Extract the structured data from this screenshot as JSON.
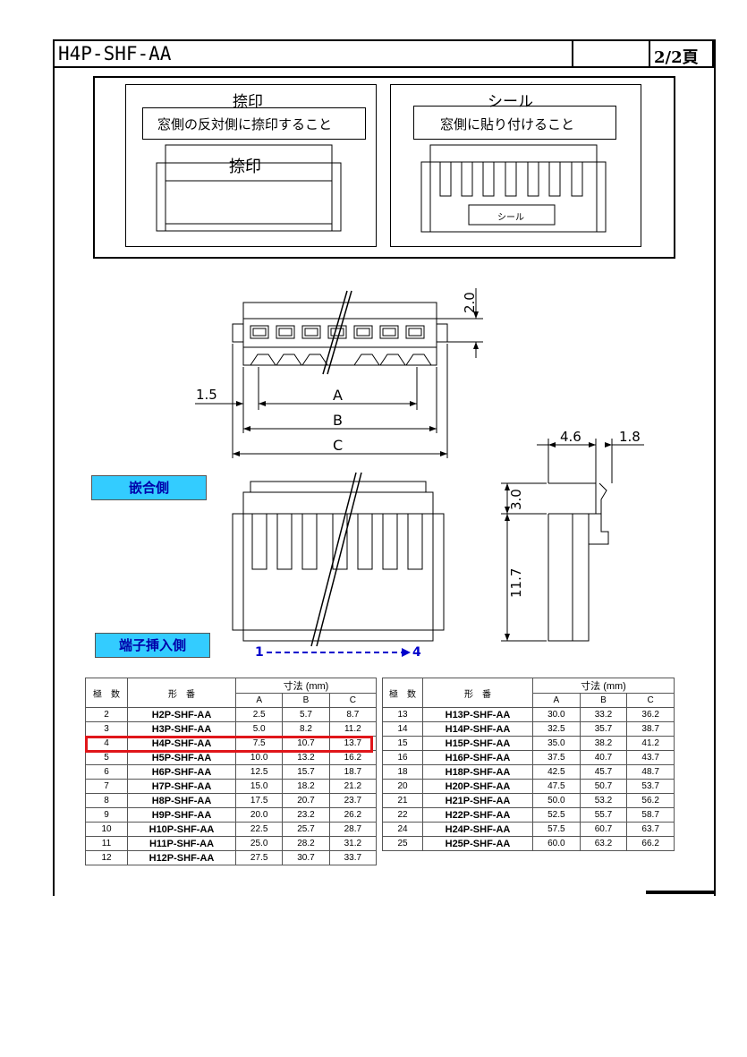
{
  "header": {
    "title": "H4P-SHF-AA",
    "page": "2/2頁"
  },
  "marking": {
    "left": {
      "title": "捺印",
      "note": "窓側の反対側に捺印すること",
      "body_label": "捺印"
    },
    "right": {
      "title": "シール",
      "note": "窓側に貼り付けること",
      "body_label": "シール"
    }
  },
  "dims": {
    "d2_0": "2.0",
    "d1_5": "1.5",
    "A": "A",
    "B": "B",
    "C": "C",
    "d4_6": "4.6",
    "d1_8": "1.8",
    "d3_0": "3.0",
    "d11_7": "11.7"
  },
  "labels": {
    "mating": "嵌合側",
    "insertion": "端子挿入側",
    "pin_start": "1",
    "pin_end": "4"
  },
  "table": {
    "h_poles": "極　数",
    "h_part": "形　番",
    "h_dim": "寸法 (mm)",
    "h_a": "A",
    "h_b": "B",
    "h_c": "C",
    "left": [
      [
        "2",
        "H2P-SHF-AA",
        "2.5",
        "5.7",
        "8.7"
      ],
      [
        "3",
        "H3P-SHF-AA",
        "5.0",
        "8.2",
        "11.2"
      ],
      [
        "4",
        "H4P-SHF-AA",
        "7.5",
        "10.7",
        "13.7"
      ],
      [
        "5",
        "H5P-SHF-AA",
        "10.0",
        "13.2",
        "16.2"
      ],
      [
        "6",
        "H6P-SHF-AA",
        "12.5",
        "15.7",
        "18.7"
      ],
      [
        "7",
        "H7P-SHF-AA",
        "15.0",
        "18.2",
        "21.2"
      ],
      [
        "8",
        "H8P-SHF-AA",
        "17.5",
        "20.7",
        "23.7"
      ],
      [
        "9",
        "H9P-SHF-AA",
        "20.0",
        "23.2",
        "26.2"
      ],
      [
        "10",
        "H10P-SHF-AA",
        "22.5",
        "25.7",
        "28.7"
      ],
      [
        "11",
        "H11P-SHF-AA",
        "25.0",
        "28.2",
        "31.2"
      ],
      [
        "12",
        "H12P-SHF-AA",
        "27.5",
        "30.7",
        "33.7"
      ]
    ],
    "right": [
      [
        "13",
        "H13P-SHF-AA",
        "30.0",
        "33.2",
        "36.2"
      ],
      [
        "14",
        "H14P-SHF-AA",
        "32.5",
        "35.7",
        "38.7"
      ],
      [
        "15",
        "H15P-SHF-AA",
        "35.0",
        "38.2",
        "41.2"
      ],
      [
        "16",
        "H16P-SHF-AA",
        "37.5",
        "40.7",
        "43.7"
      ],
      [
        "18",
        "H18P-SHF-AA",
        "42.5",
        "45.7",
        "48.7"
      ],
      [
        "20",
        "H20P-SHF-AA",
        "47.5",
        "50.7",
        "53.7"
      ],
      [
        "21",
        "H21P-SHF-AA",
        "50.0",
        "53.2",
        "56.2"
      ],
      [
        "22",
        "H22P-SHF-AA",
        "52.5",
        "55.7",
        "58.7"
      ],
      [
        "24",
        "H24P-SHF-AA",
        "57.5",
        "60.7",
        "63.7"
      ],
      [
        "25",
        "H25P-SHF-AA",
        "60.0",
        "63.2",
        "66.2"
      ]
    ]
  }
}
